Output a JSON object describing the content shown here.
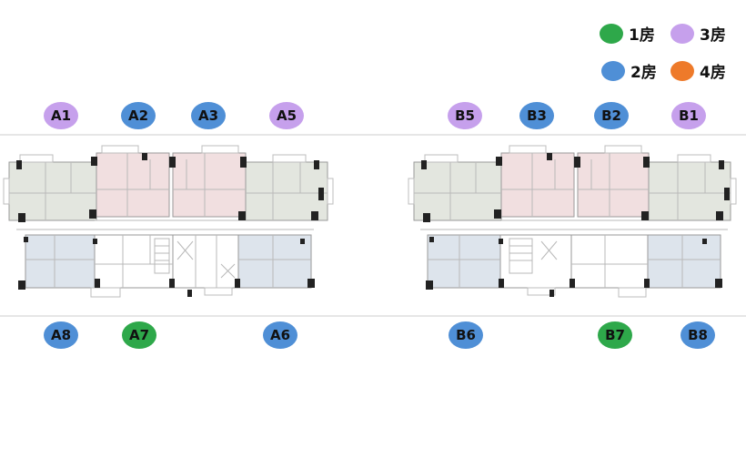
{
  "legend": [
    {
      "label": "1房",
      "color": "#2ea84a"
    },
    {
      "label": "3房",
      "color": "#c6a0ec"
    },
    {
      "label": "2房",
      "color": "#4f8fd6"
    },
    {
      "label": "4房",
      "color": "#ee7a2a"
    }
  ],
  "units": [
    {
      "label": "A1",
      "rooms": 3
    },
    {
      "label": "A2",
      "rooms": 2
    },
    {
      "label": "A3",
      "rooms": 2
    },
    {
      "label": "A5",
      "rooms": 3
    },
    {
      "label": "A8",
      "rooms": 2
    },
    {
      "label": "A7",
      "rooms": 1
    },
    {
      "label": "A6",
      "rooms": 2
    },
    {
      "label": "B5",
      "rooms": 3
    },
    {
      "label": "B3",
      "rooms": 2
    },
    {
      "label": "B2",
      "rooms": 2
    },
    {
      "label": "B1",
      "rooms": 3
    },
    {
      "label": "B6",
      "rooms": 2
    },
    {
      "label": "B7",
      "rooms": 1
    },
    {
      "label": "B8",
      "rooms": 2
    }
  ],
  "colors": {
    "unit_3_room_tint": "#e3e6df",
    "unit_2_room_tint": "#f1dfe0",
    "unit_lower_tint": "#dde4ec",
    "wall": "#222222",
    "plan_line": "#b9b9b9"
  }
}
